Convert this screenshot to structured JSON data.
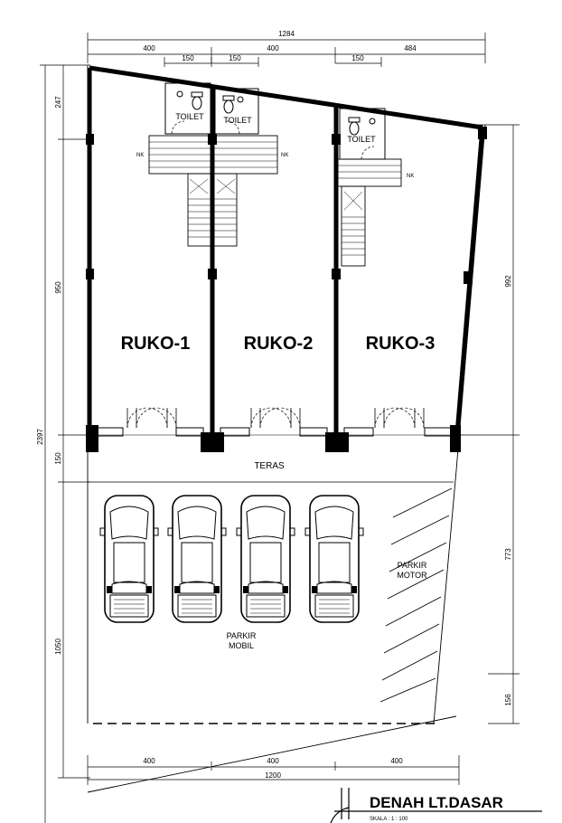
{
  "plan": {
    "title": "DENAH LT.DASAR",
    "scale": "SKALA : 1 : 100",
    "units": [
      "RUKO-1",
      "RUKO-2",
      "RUKO-3"
    ],
    "toilets": [
      "TOILET",
      "TOILET",
      "TOILET"
    ],
    "nk_labels": [
      "NK",
      "NK",
      "NK"
    ],
    "teras": "TERAS",
    "parkir_mobil": [
      "PARKIR",
      "MOBIL"
    ],
    "parkir_motor": [
      "PARKIR",
      "MOTOR"
    ]
  },
  "dimensions": {
    "top_total": "1284",
    "top_segments": [
      "400",
      "400",
      "484"
    ],
    "top_sub": [
      "150",
      "150",
      "150"
    ],
    "left_total": "2397",
    "left_segments": [
      "247",
      "950",
      "150",
      "1050"
    ],
    "right_segments": [
      "992",
      "773",
      "156"
    ],
    "bottom_segments": [
      "400",
      "400",
      "400"
    ],
    "bottom_total": "1200"
  }
}
